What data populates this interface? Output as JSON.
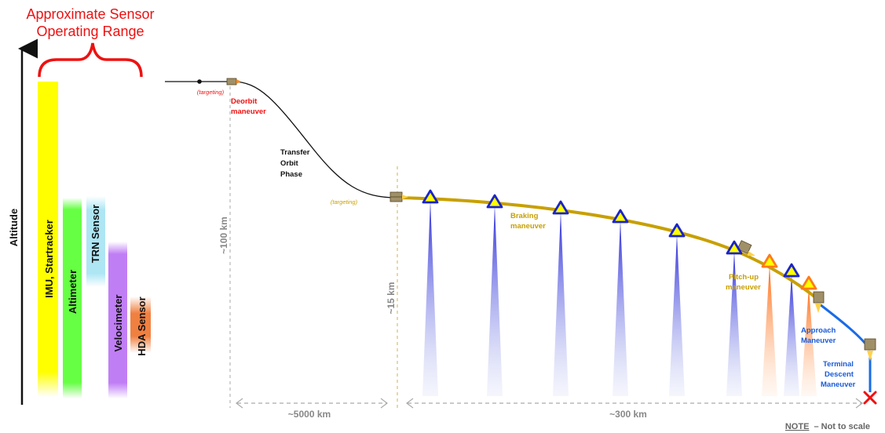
{
  "header": {
    "range_title_line1": "Approximate Sensor",
    "range_title_line2": "Operating Range"
  },
  "axis": {
    "altitude_label": "Altitude"
  },
  "sensors": [
    {
      "label": "IMU, Startracker",
      "color": "#ffff00"
    },
    {
      "label": "Altimeter",
      "color": "#66ff44"
    },
    {
      "label": "TRN Sensor",
      "color": "#aee6f4"
    },
    {
      "label": "Velocimeter",
      "color": "#c07ef5"
    },
    {
      "label": "HDA Sensor",
      "color": "#f08040"
    }
  ],
  "phases": {
    "targeting_1": "(targeting)",
    "deorbit_line1": "Deorbit",
    "deorbit_line2": "maneuver",
    "transfer_line1": "Transfer",
    "transfer_line2": "Orbit",
    "transfer_line3": "Phase",
    "targeting_2": "(targeting)",
    "braking_line1": "Braking",
    "braking_line2": "maneuver",
    "pitchup_line1": "Pitch-up",
    "pitchup_line2": "maneuver",
    "approach_line1": "Approach",
    "approach_line2": "Maneuver",
    "terminal_line1": "Terminal",
    "terminal_line2": "Descent",
    "terminal_line3": "Maneuver"
  },
  "dimensions": {
    "alt_100": "~100 km",
    "alt_15": "~15 km",
    "dist_5000": "~5000 km",
    "dist_300": "~300 km"
  },
  "note": {
    "prefix": "NOTE",
    "text": "– Not to scale"
  },
  "colors": {
    "red": "#ee1111",
    "gold": "#c8a000",
    "blue": "#1a5bd8",
    "navy": "#1a24c8",
    "orange": "#ff7a1a"
  }
}
